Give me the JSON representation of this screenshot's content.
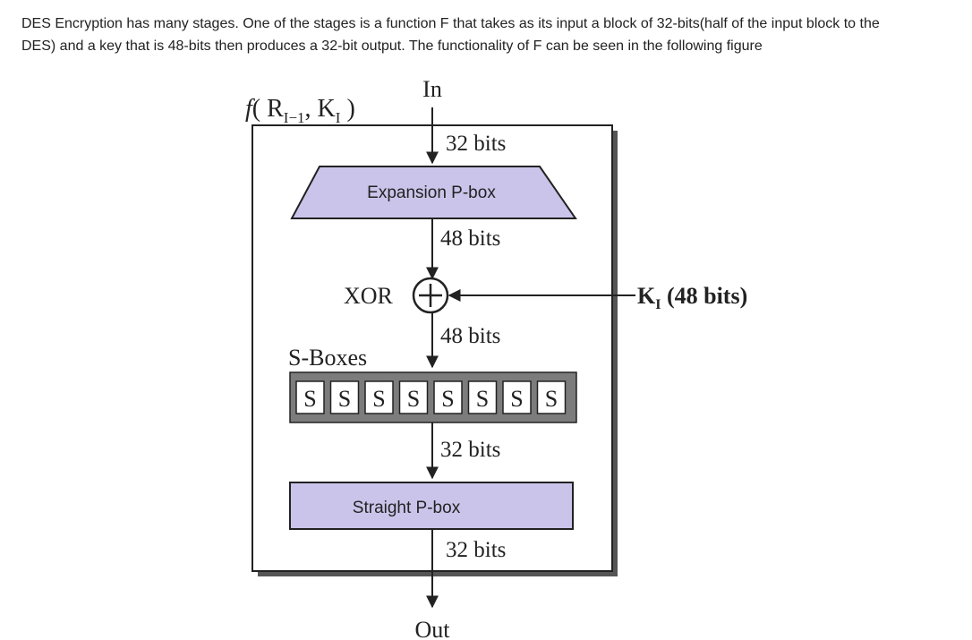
{
  "intro": {
    "line1": "DES Encryption has many stages. One of the stages is a function F that takes as its input a block of 32-bits(half of the input block to the",
    "line2": "DES) and a key that is 48-bits then produces a 32-bit output. The functionality of F can be seen in the following figure"
  },
  "figure": {
    "function_label": {
      "prefix": "f",
      "open": "( R",
      "r_sub": "I−1",
      "comma": ", K",
      "k_sub": "I",
      "close": " )"
    },
    "in_label": "In",
    "out_label": "Out",
    "bits_labels": [
      "32 bits",
      "48 bits",
      "48 bits",
      "32 bits",
      "32 bits"
    ],
    "expansion_label": "Expansion P-box",
    "xor_label": "XOR",
    "xor_symbol": "+",
    "key_input": {
      "k": "K",
      "sub": "I",
      "rest": " (48 bits)"
    },
    "sboxes_label": "S-Boxes",
    "sbox_cells": [
      "S",
      "S",
      "S",
      "S",
      "S",
      "S",
      "S",
      "S"
    ],
    "straight_label": "Straight P-box",
    "colors": {
      "box_fill": "#cbc4ea",
      "sbox_band": "#7c7c7c",
      "line": "#222222",
      "background": "#ffffff"
    }
  }
}
